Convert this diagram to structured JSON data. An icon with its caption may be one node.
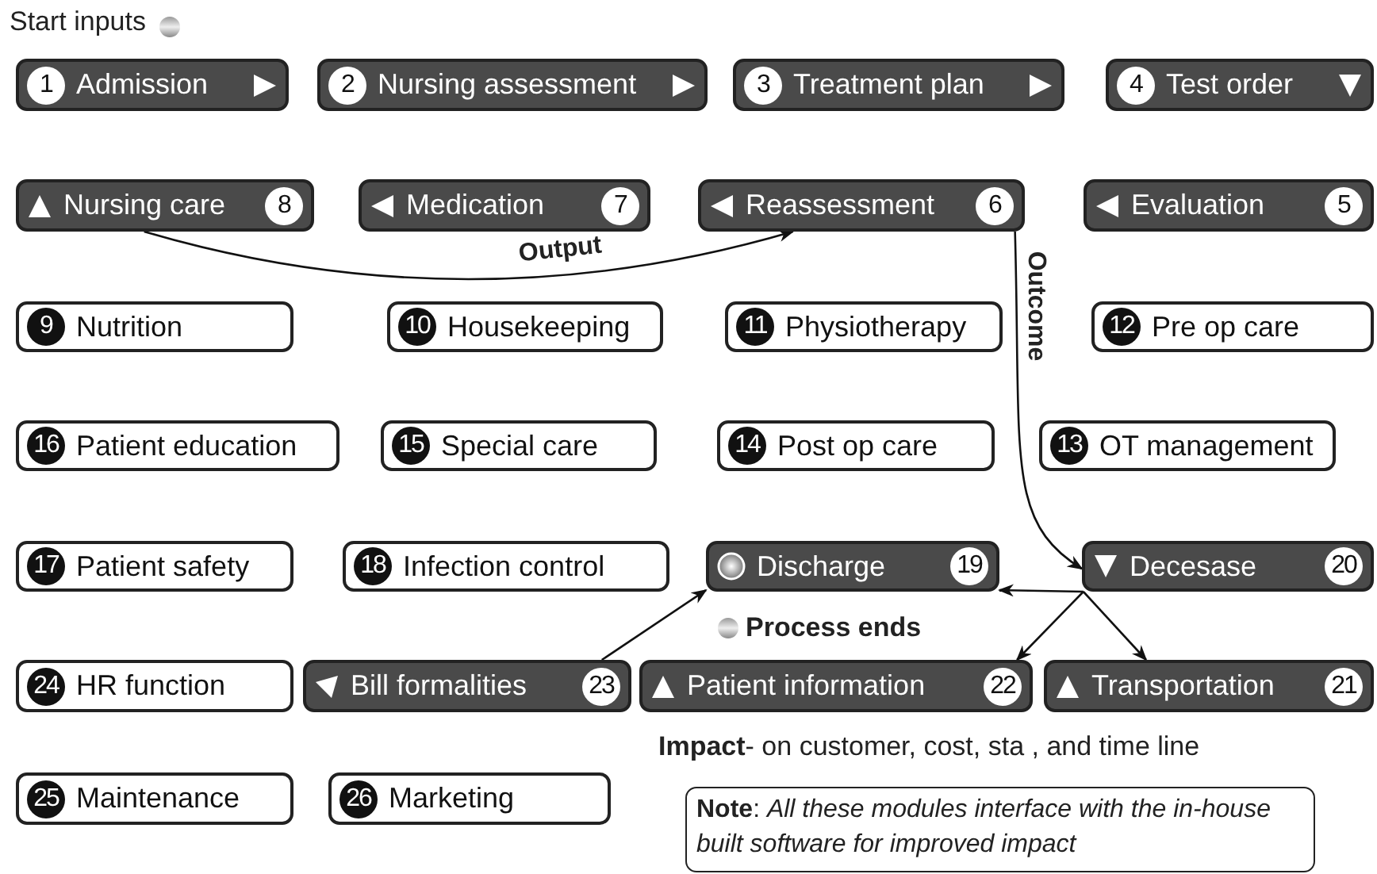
{
  "diagram": {
    "nodes": [
      {
        "text": [
          "1",
          "Admission"
        ]
      },
      {
        "text": [
          "2",
          "Nursing assessment"
        ]
      },
      {
        "text": [
          "3",
          "Treatment plan"
        ]
      },
      {
        "text": [
          "4",
          "Test order"
        ]
      },
      {
        "text": [
          "Nursing care",
          "8"
        ]
      },
      {
        "text": [
          "Medication",
          "7"
        ]
      },
      {
        "text": [
          "Reassessment",
          "6"
        ]
      },
      {
        "text": [
          "Evaluation",
          "5"
        ]
      },
      {
        "text": [
          "9",
          "Nutrition"
        ]
      },
      {
        "text": [
          "10",
          "Housekeeping"
        ]
      },
      {
        "text": [
          "11",
          "Physiotherapy"
        ]
      },
      {
        "text": [
          "12",
          "Pre op care"
        ]
      },
      {
        "text": [
          "16",
          "Patient education"
        ]
      },
      {
        "text": [
          "15",
          "Special care"
        ]
      },
      {
        "text": [
          "14",
          "Post op care"
        ]
      },
      {
        "text": [
          "13",
          "OT management"
        ]
      },
      {
        "text": [
          "17",
          "Patient safety"
        ]
      },
      {
        "text": [
          "18",
          "Infection control"
        ]
      },
      {
        "text": [
          "Discharge",
          "19"
        ]
      },
      {
        "text": [
          "Decesase",
          "20"
        ]
      },
      {
        "text": [
          "24",
          "HR function"
        ]
      },
      {
        "text": [
          "Bill formalities",
          "23"
        ]
      },
      {
        "text": [
          "Patient information",
          "22"
        ]
      },
      {
        "text": [
          "Transportation",
          "21"
        ]
      },
      {
        "text": [
          "25",
          "Maintenance"
        ]
      },
      {
        "text": [
          "26",
          "Marketing"
        ]
      },
      {
        "text": [
          "**Note**: *All these modules interface with the in-house built software for improved impact*"
        ]
      }
    ],
    "edges": [
      {
        "from": 4,
        "to": 6,
        "arrow": "to",
        "label": "Output"
      },
      {
        "from": 6,
        "to": 19,
        "arrow": "to",
        "label": "Outcome"
      },
      {
        "from": 19,
        "to": 18,
        "arrow": "to"
      },
      {
        "from": 19,
        "to": 22,
        "arrow": "to"
      },
      {
        "from": 19,
        "to": 23,
        "arrow": "to"
      },
      {
        "from": 21,
        "to": 18,
        "arrow": "to"
      }
    ],
    "labels": [
      "Start inputs",
      "Process ends",
      "**Impact**- on customer, cost, sta , and time line"
    ]
  }
}
